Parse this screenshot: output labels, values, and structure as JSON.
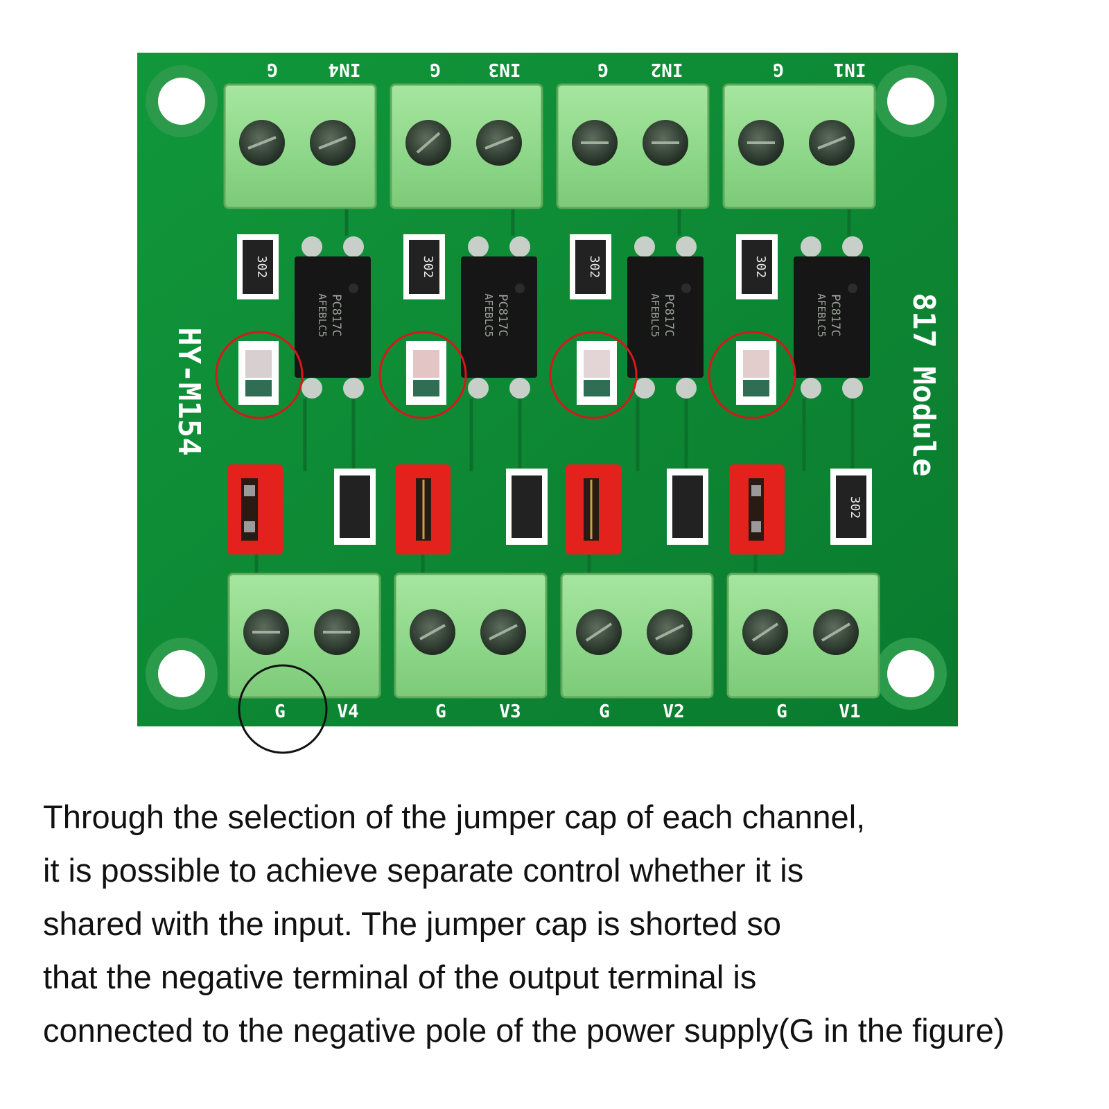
{
  "board": {
    "model_label": "HY-M154",
    "module_label": "817 Module",
    "chip_marking_1": "PC817C",
    "chip_marking_2": "AFEBLC5",
    "resistor_marking": "302",
    "top_terminals": [
      {
        "g": "G",
        "in": "IN4"
      },
      {
        "g": "G",
        "in": "IN3"
      },
      {
        "g": "G",
        "in": "IN2"
      },
      {
        "g": "G",
        "in": "IN1"
      }
    ],
    "bottom_terminals": [
      {
        "g": "G",
        "v": "V4"
      },
      {
        "g": "G",
        "v": "V3"
      },
      {
        "g": "G",
        "v": "V2"
      },
      {
        "g": "G",
        "v": "V1"
      }
    ],
    "colors": {
      "pcb": "#0d8a35",
      "terminal": "#8fd88a",
      "jumper": "#e3221d",
      "highlight_led": "#d9161b",
      "highlight_ground": "#111111"
    }
  },
  "caption": {
    "lines": [
      "Through the selection of the jumper cap of each channel,",
      "it is possible to achieve separate control whether it is",
      "shared with the input. The jumper cap is shorted so",
      "that the negative terminal of the output terminal is",
      "connected to the negative pole of the power supply(G in the figure)"
    ]
  }
}
